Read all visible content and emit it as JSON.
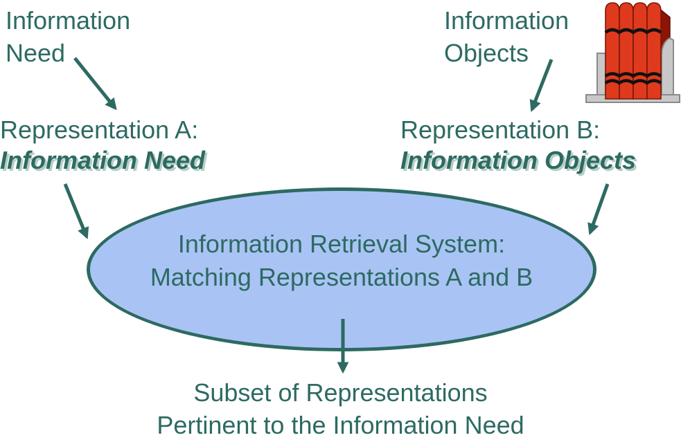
{
  "colors": {
    "teal": "#2D6A62",
    "ellipse_fill": "#A9C4F4",
    "subtitle_shadow": "#B7CEC7",
    "book_red": "#DF3A1D",
    "book_dark_red": "#8C1505",
    "bookend_gray": "#C8C8C8",
    "band_black": "#111111"
  },
  "nodes": {
    "information_need": {
      "label": "Information\nNeed"
    },
    "information_objects": {
      "label": "Information\nObjects"
    },
    "representation_a": {
      "title": "Representation A:",
      "subtitle": "Information Need"
    },
    "representation_b": {
      "title": "Representation B:",
      "subtitle": "Information Objects"
    },
    "ir_system": {
      "line1": "Information Retrieval System:",
      "line2": "Matching Representations A and B"
    },
    "result": {
      "line1": "Subset of Representations",
      "line2": "Pertinent to the Information Need"
    }
  },
  "icons": {
    "books": "red-books-on-shelf-icon"
  }
}
